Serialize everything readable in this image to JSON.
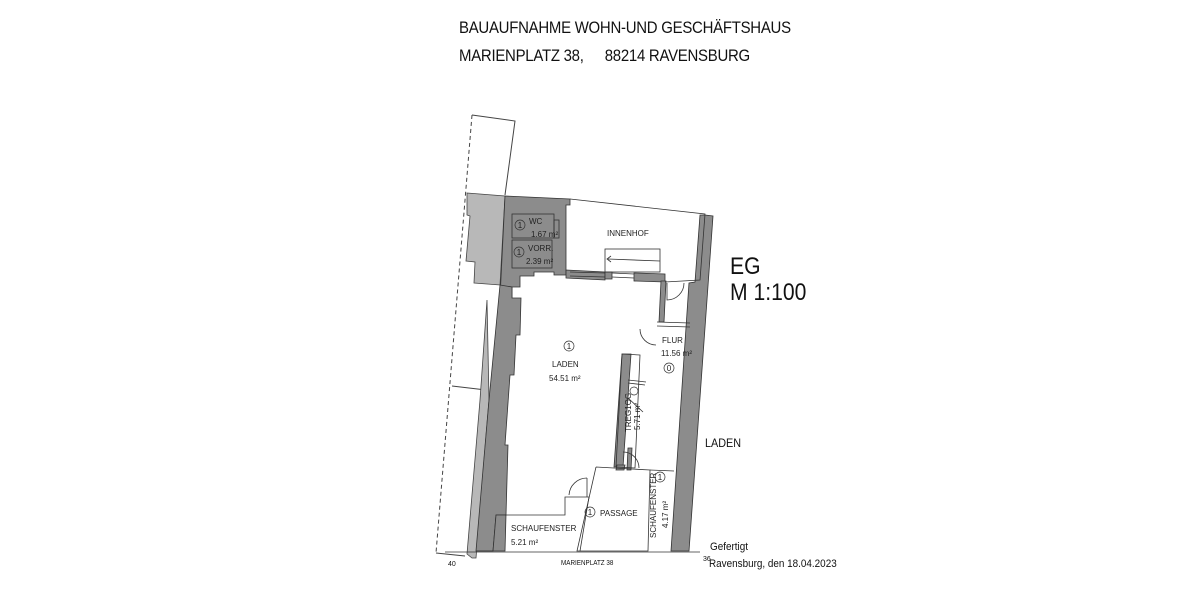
{
  "header": {
    "title_line1": "BAUAUFNAHME WOHN-UND GESCHÄFTSHAUS",
    "address_street": "MARIENPLATZ 38,",
    "address_city": "88214 RAVENSBURG"
  },
  "drawing": {
    "level": "EG",
    "scale": "M 1:100",
    "neighbor_label": "LADEN",
    "street_label": "MARIENPLATZ 38",
    "dim_left": "40",
    "dim_right": "36",
    "signature_label": "Gefertigt",
    "signature_place_date": "Ravensburg, den 18.04.2023"
  },
  "rooms": [
    {
      "name": "WC",
      "area": "1.67 m²",
      "number": "1"
    },
    {
      "name": "VORR.",
      "area": "2.39 m²",
      "number": "1"
    },
    {
      "name": "INNENHOF",
      "area": "",
      "number": ""
    },
    {
      "name": "LADEN",
      "area": "54.51 m²",
      "number": "1"
    },
    {
      "name": "FLUR",
      "area": "11.56 m²",
      "number": "0"
    },
    {
      "name": "TREG1OG",
      "area": "5.71 m²",
      "number": "0"
    },
    {
      "name": "SCHAUFENSTER",
      "area": "5.21 m²",
      "number": "1"
    },
    {
      "name": "PASSAGE",
      "area": "",
      "number": ""
    },
    {
      "name": "SCHAUFENSTER",
      "area": "4.17 m²",
      "number": "1"
    }
  ],
  "colors": {
    "wall_fill": "#8c8c8c",
    "wall_light": "#b8b8b8",
    "line": "#333333",
    "background": "#ffffff"
  }
}
